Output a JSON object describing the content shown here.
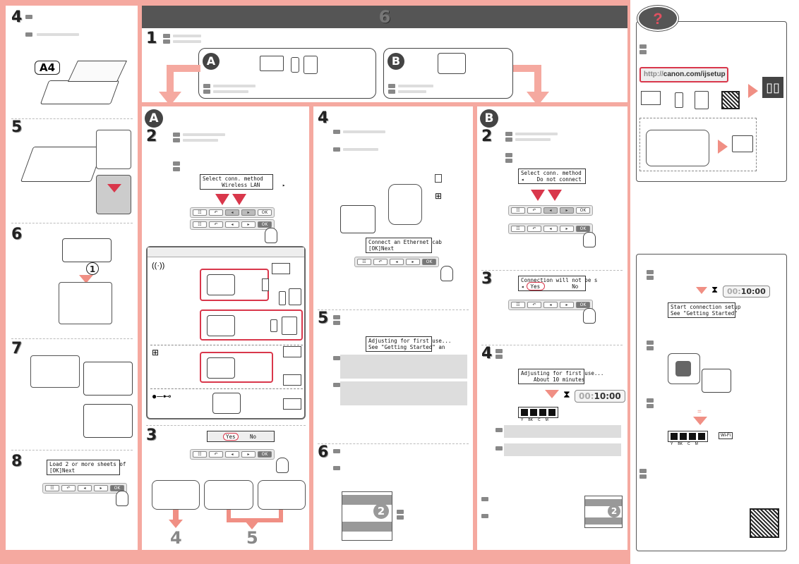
{
  "left_steps": {
    "s4": "4",
    "s5": "5",
    "s6": "6",
    "s7": "7",
    "s8": "8",
    "paper_size": "A4",
    "callout_1": "1",
    "lcd_load": "Load 2 or more sheets of\n[OK]Next"
  },
  "header": {
    "title": "6"
  },
  "step1": {
    "num": "1",
    "a_label": "A",
    "b_label": "B"
  },
  "colA": {
    "label": "A",
    "s2": "2",
    "s3": "3",
    "lcd_select": "Select conn. method\n      Wireless LAN       ▸",
    "lcd_yes": "  Yes          No",
    "yes": "Yes",
    "no": "No",
    "goto4": "4",
    "goto5": "5"
  },
  "colMid": {
    "s4": "4",
    "s5": "5",
    "s6": "6",
    "lcd_ethernet": "Connect an Ethernet cab\n[OK]Next",
    "lcd_adjust": "Adjusting for first use...\nSee \"Getting Started\" an",
    "booklet_num": "2"
  },
  "colB": {
    "label": "B",
    "s2": "2",
    "s3": "3",
    "s4": "4",
    "lcd_select": "Select conn. method\n◂    Do not connect",
    "lcd_conn": "Connection will not be s\n◂  Yes          No",
    "yes": "Yes",
    "lcd_adjust": "Adjusting for first use...\n    About 10 minutes",
    "timer_dim": "00:",
    "timer_val": "10:00",
    "ink": [
      "Y",
      "BK",
      "C",
      "M"
    ],
    "booklet_num": "2"
  },
  "right": {
    "help_mark": "?",
    "url_prefix": "http://",
    "url_domain": "canon.com/ijsetup",
    "lcd_start": "Start connection setup\nSee \"Getting Started\"",
    "timer_dim": "00:",
    "timer_val": "10:00",
    "ink": [
      "Y",
      "BK",
      "C",
      "M"
    ],
    "wifi": "Wi-Fi",
    "eq": "="
  },
  "buttons": {
    "ok": "OK",
    "left": "◂",
    "right": "▸",
    "back": "↶",
    "menu": "☷"
  }
}
